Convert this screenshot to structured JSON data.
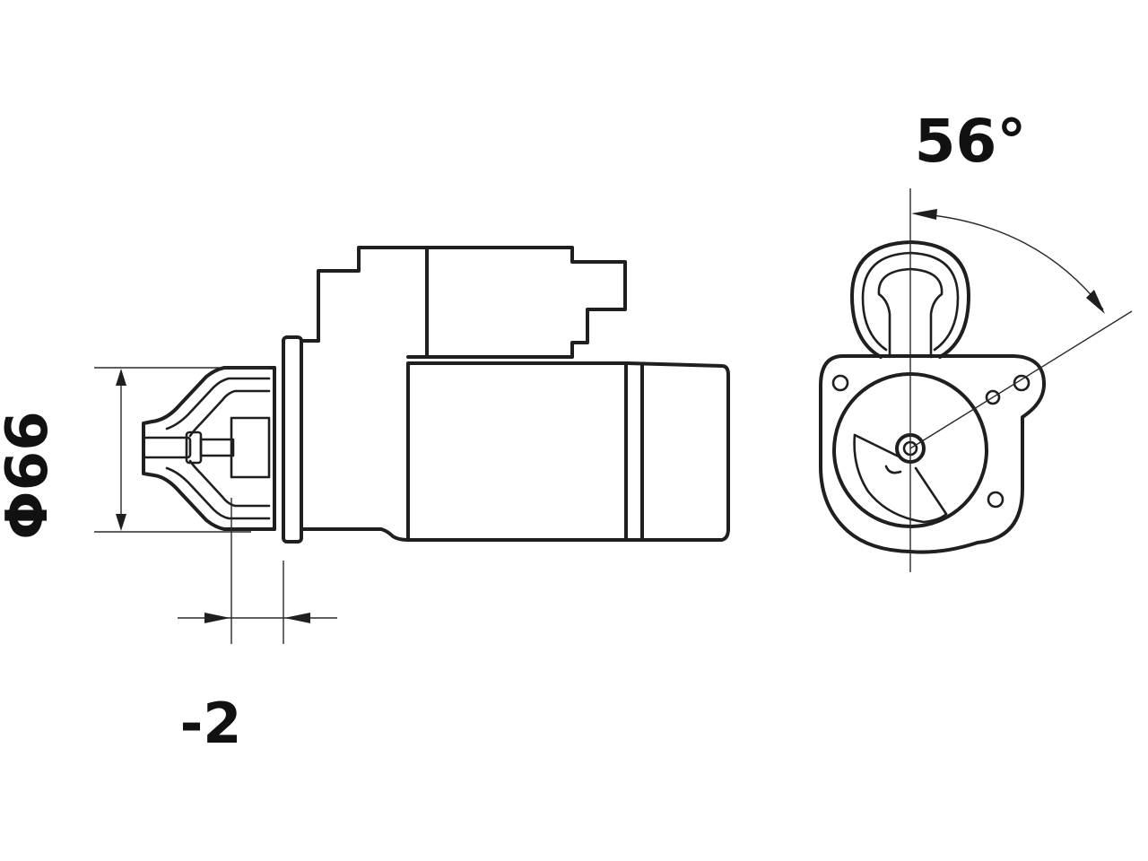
{
  "dimensions": {
    "diameter_label": "Φ66",
    "offset_label": "-2",
    "angle_label": "56°"
  },
  "colors": {
    "line": "#1f1f1f",
    "background": "#ffffff"
  }
}
